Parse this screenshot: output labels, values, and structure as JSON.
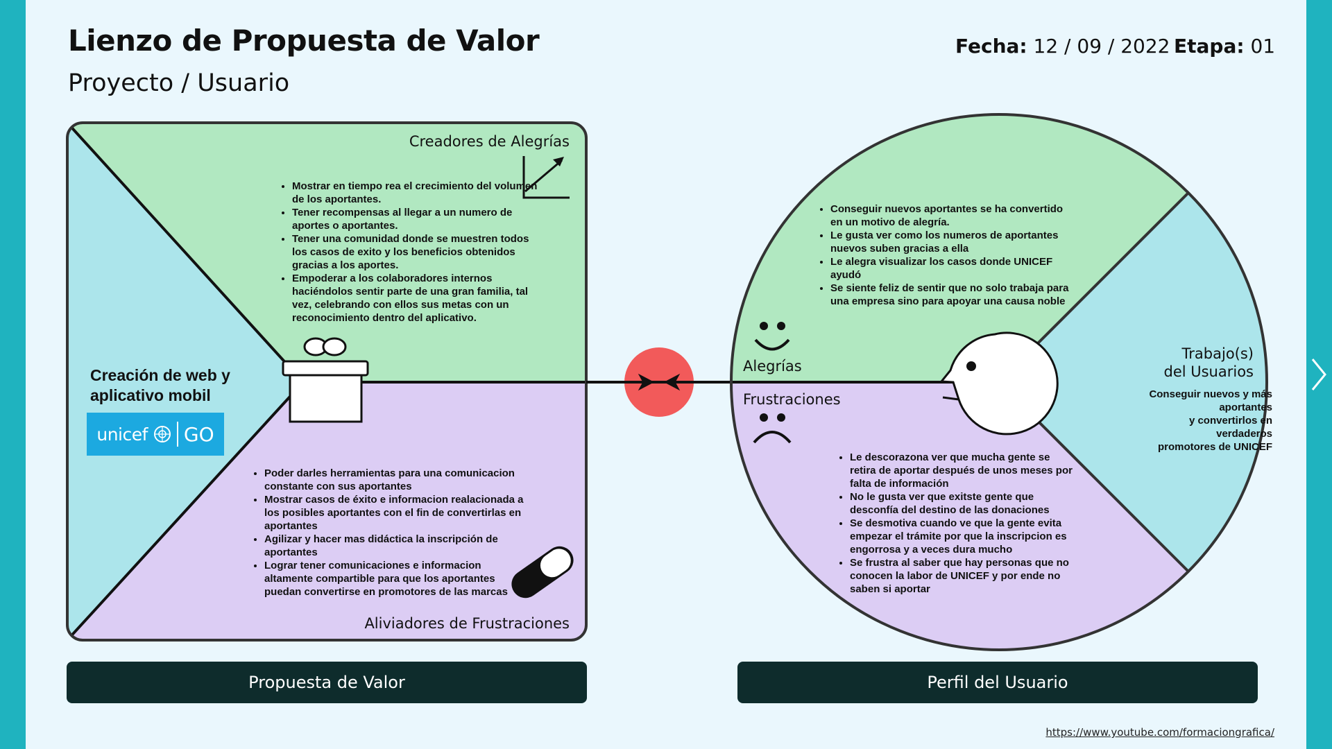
{
  "header": {
    "title": "Lienzo de Propuesta de Valor",
    "subtitle": "Proyecto / Usuario",
    "date_label": "Fecha:",
    "date_value": "12 / 09 / 2022",
    "stage_label": "Etapa:",
    "stage_value": "01"
  },
  "value_map": {
    "gain_creators_title": "Creadores de Alegrías",
    "gain_creators": [
      "Mostrar en tiempo rea el crecimiento del volumen de los aportantes.",
      "Tener recompensas al llegar a un numero de aportes o aportantes.",
      "Tener una comunidad donde se muestren todos los casos de exito y los beneficios obtenidos gracias a los aportes.",
      "Empoderar a los colaboradores internos haciéndolos  sentir parte de una gran familia, tal vez, celebrando con ellos sus metas con un reconocimiento dentro del aplicativo."
    ],
    "pain_relievers_title": "Aliviadores de Frustraciones",
    "pain_relievers": [
      "Poder darles herramientas para una comunicacion constante con sus aportantes",
      "Mostrar casos de éxito e informacion realacionada a los posibles  aportantes con el fin de convertirlas en aportantes",
      "Agilizar y hacer mas didáctica la inscripción de aportantes",
      "Lograr tener comunicaciones e informacion altamente compartible para que los aportantes puedan convertirse en promotores de las marcas"
    ],
    "product_name": "Creación de web y aplicativo mobil",
    "logo": {
      "word": "unicef",
      "emblem": "un-emblem-icon",
      "suffix": "GO",
      "color": "#1ca9e0"
    }
  },
  "customer_profile": {
    "gains_title": "Alegrías",
    "gains": [
      "Conseguir nuevos  aportantes se ha convertido en un motivo de alegría.",
      "Le gusta ver como los numeros de aportantes nuevos  suben gracias a ella",
      "Le alegra visualizar  los casos donde  UNICEF ayudó",
      "Se siente feliz de sentir que no solo trabaja para una empresa sino para apoyar una causa noble"
    ],
    "pains_title": "Frustraciones",
    "pains": [
      "Le descorazona ver que mucha gente se retira de aportar después de unos meses por falta de información",
      "No le gusta ver que exitste gente que desconfía del destino de  las donaciones",
      "Se desmotiva cuando ve que la gente evita empezar el trámite por que la inscripcion es engorrosa y a veces dura mucho",
      "Se frustra al saber que hay personas que no conocen la labor de UNICEF y por ende no saben si aportar"
    ],
    "jobs_title_line1": "Trabajo(s)",
    "jobs_title_line2": "del Usuarios",
    "jobs_lines": [
      "Conseguir nuevos y más",
      "aportantes",
      "y convertirlos en",
      "verdaderos",
      "promotores de UNICEF"
    ]
  },
  "footer": {
    "left_bar": "Propuesta de Valor",
    "right_bar": "Perfil del Usuario",
    "source": "https://www.youtube.com/formaciongrafica/"
  },
  "colors": {
    "frame": "#1fb3bf",
    "background": "#eaf7fd",
    "green": "#b1e8c1",
    "purple": "#dccdf4",
    "cyan": "#ace5eb",
    "red": "#f25a5a",
    "dark": "#0e2c2c"
  }
}
